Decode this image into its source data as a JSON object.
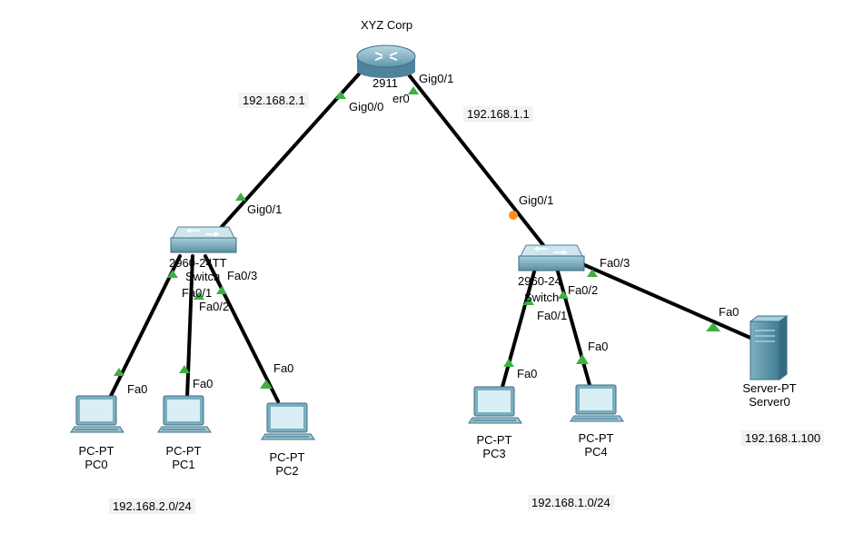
{
  "router": {
    "name": "XYZ Corp",
    "model": "2911",
    "hostname_partial": "er0"
  },
  "switch_left": {
    "model": "2960-24TT",
    "name": "Switch"
  },
  "switch_right": {
    "model": "2960-24",
    "name": "Switch"
  },
  "pcs": [
    {
      "type": "PC-PT",
      "name": "PC0"
    },
    {
      "type": "PC-PT",
      "name": "PC1"
    },
    {
      "type": "PC-PT",
      "name": "PC2"
    },
    {
      "type": "PC-PT",
      "name": "PC3"
    },
    {
      "type": "PC-PT",
      "name": "PC4"
    }
  ],
  "server": {
    "type": "Server-PT",
    "name": "Server0"
  },
  "ports": {
    "r_gig00": "Gig0/0",
    "r_gig01": "Gig0/1",
    "swl_gig01": "Gig0/1",
    "swr_gig01": "Gig0/1",
    "swl_fa01": "Fa0/1",
    "swl_fa02": "Fa0/2",
    "swl_fa03": "Fa0/3",
    "swr_fa01": "Fa0/1",
    "swr_fa02": "Fa0/2",
    "swr_fa03": "Fa0/3",
    "pc0_fa0": "Fa0",
    "pc1_fa0": "Fa0",
    "pc2_fa0": "Fa0",
    "pc3_fa0": "Fa0",
    "pc4_fa0": "Fa0",
    "srv_fa0": "Fa0"
  },
  "addresses": {
    "left_gateway": "192.168.2.1",
    "right_gateway": "192.168.1.1",
    "left_network": "192.168.2.0/24",
    "right_network": "192.168.1.0/24",
    "server_ip": "192.168.1.100"
  },
  "colors": {
    "link": "#000000",
    "up": "#3cb043",
    "pending": "#ff8c1a",
    "device": "#5a9bb0"
  }
}
